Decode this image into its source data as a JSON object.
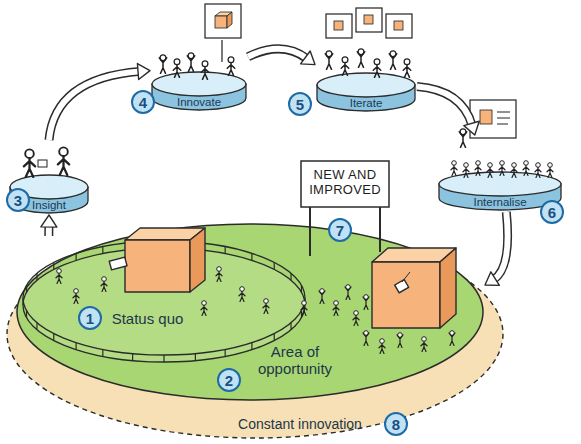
{
  "diagram": {
    "nodes": [
      {
        "text": [
          "Constant innovation"
        ]
      },
      {
        "text": [
          "Area of opportunity"
        ],
        "in": 0
      },
      {
        "text": [
          "Status quo"
        ],
        "in": 1
      },
      {
        "text": [
          "Insight"
        ]
      },
      {
        "text": [
          "Innovate"
        ]
      },
      {
        "text": [
          "Iterate"
        ]
      },
      {
        "text": [
          "Internalise"
        ]
      },
      {
        "text": [
          "NEW AND IMPROVED"
        ]
      }
    ],
    "edges": [
      {
        "from": 2,
        "to": 3,
        "arrow": "to"
      },
      {
        "from": 3,
        "to": 4,
        "arrow": "to"
      },
      {
        "from": 4,
        "to": 5,
        "arrow": "to"
      },
      {
        "from": 5,
        "to": 6,
        "arrow": "to"
      },
      {
        "from": 6,
        "to": 1,
        "arrow": "to"
      }
    ],
    "labels": [
      "1",
      "2",
      "3",
      "4",
      "5",
      "6",
      "7",
      "8"
    ]
  }
}
